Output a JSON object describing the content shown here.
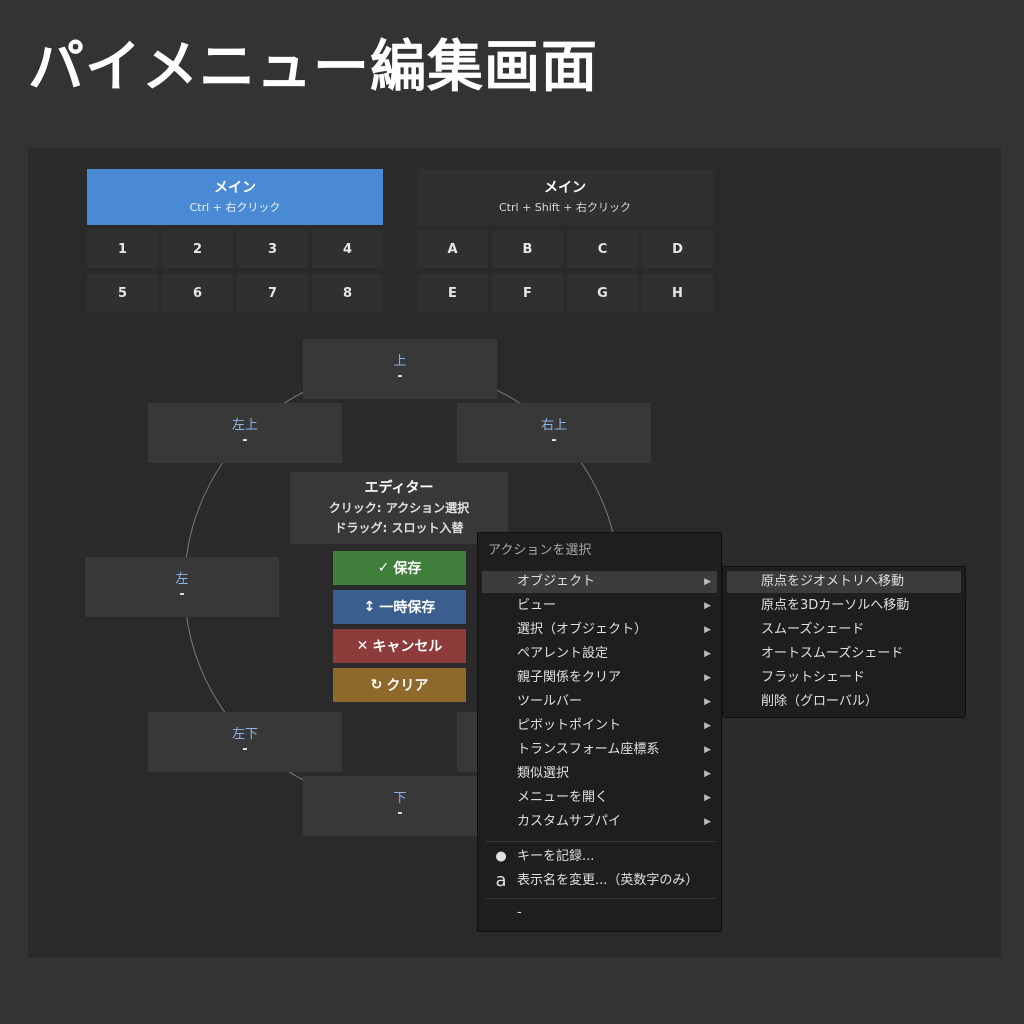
{
  "page_title": "パイメニュー編集画面",
  "modes": [
    {
      "name": "メイン",
      "hotkey": "Ctrl + 右クリック",
      "active": true
    },
    {
      "name": "メイン",
      "hotkey": "Ctrl + Shift + 右クリック",
      "active": false
    }
  ],
  "slots_left": [
    "1",
    "2",
    "3",
    "4",
    "5",
    "6",
    "7",
    "8"
  ],
  "slots_right": [
    "A",
    "B",
    "C",
    "D",
    "E",
    "F",
    "G",
    "H"
  ],
  "pie": {
    "top": {
      "dir": "上",
      "value": "-"
    },
    "top_left": {
      "dir": "左上",
      "value": "-"
    },
    "top_right": {
      "dir": "右上",
      "value": "-"
    },
    "left": {
      "dir": "左",
      "value": "-"
    },
    "bottom_left": {
      "dir": "左下",
      "value": "-"
    },
    "bottom": {
      "dir": "下",
      "value": "-"
    }
  },
  "editor": {
    "title": "エディター",
    "line1": "クリック: アクション選択",
    "line2": "ドラッグ: スロット入替"
  },
  "buttons": {
    "save": "保存",
    "temp_save": "一時保存",
    "cancel": "キャンセル",
    "clear": "クリア"
  },
  "colors": {
    "active_mode": "#4a8ad4",
    "save": "#3f7e3b",
    "temp_save": "#3a5f8f",
    "cancel": "#8e3b3c",
    "clear": "#8d6a2c"
  },
  "action_menu": {
    "title": "アクションを選択",
    "items": [
      "オブジェクト",
      "ビュー",
      "選択（オブジェクト）",
      "ペアレント設定",
      "親子関係をクリア",
      "ツールバー",
      "ピボットポイント",
      "トランスフォーム座標系",
      "類似選択",
      "メニューを開く",
      "カスタムサブパイ"
    ],
    "record_key": "キーを記録...",
    "rename": "表示名を変更...（英数字のみ）",
    "none": "-"
  },
  "submenu": {
    "items": [
      "原点をジオメトリへ移動",
      "原点を3Dカーソルへ移動",
      "スムーズシェード",
      "オートスムーズシェード",
      "フラットシェード",
      "削除（グローバル）"
    ]
  },
  "icons": {
    "save": "checkmark-icon",
    "temp_save": "up-down-arrow-icon",
    "cancel": "cross-icon",
    "clear": "refresh-icon",
    "submenu_arrow": "triangle-right-icon",
    "record": "dot-icon",
    "rename": "text-a-icon"
  }
}
